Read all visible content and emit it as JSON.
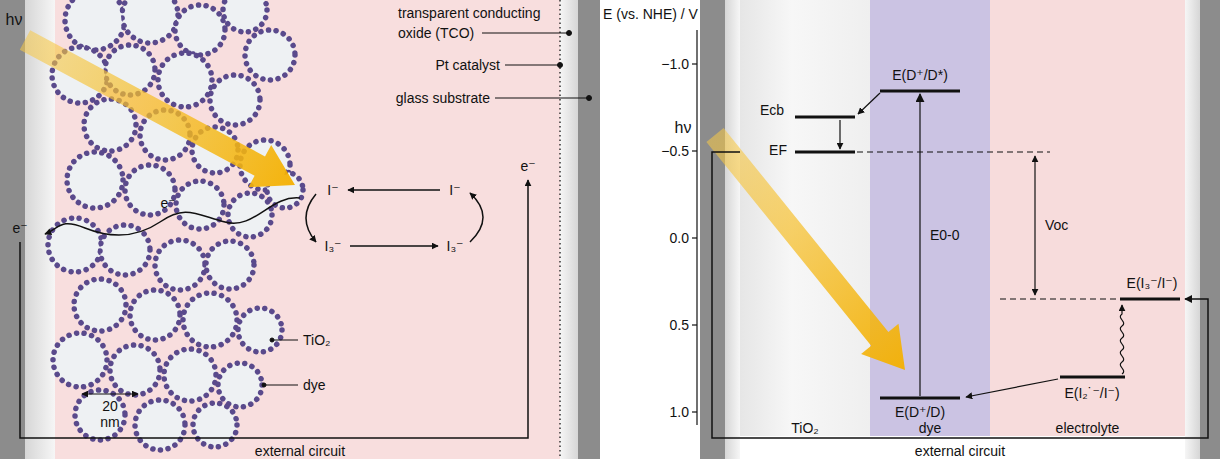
{
  "diagram": {
    "nodes": [
      {
        "text": [
          "TiO₂"
        ]
      },
      {
        "text": [
          "dye"
        ]
      },
      {
        "text": [
          "electrolyte"
        ]
      }
    ],
    "edges": [
      {
        "from": 0,
        "to": 2,
        "arrow": "to",
        "label": "external circuit"
      }
    ],
    "labels": [
      "hν",
      "transparent conducting oxide (TCO)",
      "Pt catalyst",
      "glass substrate",
      "I⁻",
      "I⁻",
      "I₃⁻",
      "I₃⁻",
      "e⁻",
      "e⁻",
      "e⁻",
      "TiO₂",
      "dye",
      "20 nm",
      "external circuit",
      "E (vs. NHE) / V",
      "−1.0",
      "−0.5",
      "0.0",
      "0.5",
      "1.0",
      "hν",
      "Ecb",
      "EF",
      "E(D⁺/D*)",
      "E0-0",
      "Voc",
      "E(I₃⁻/I⁻)",
      "E(I₂˙⁻/I⁻)",
      "E(D⁺/D)"
    ]
  }
}
